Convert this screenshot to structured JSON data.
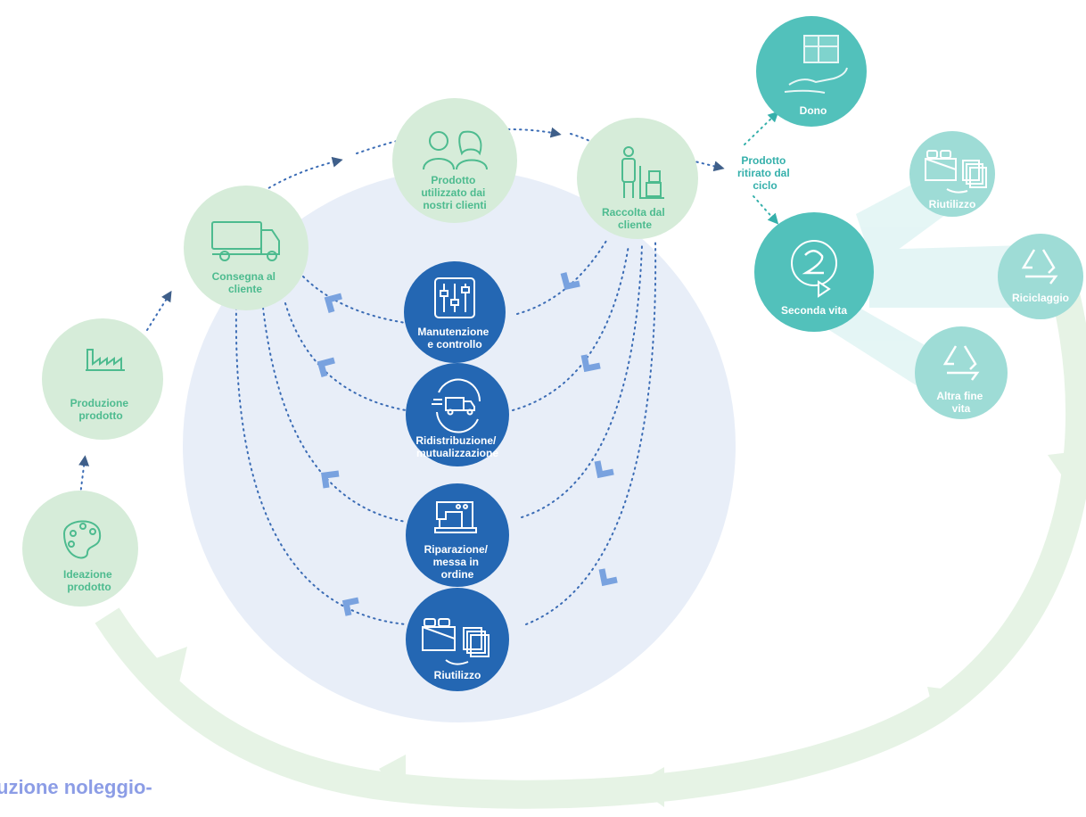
{
  "stages": {
    "ideazione": [
      "Ideazione",
      "prodotto"
    ],
    "produzione": [
      "Produzione",
      "prodotto"
    ],
    "consegna": [
      "Consegna al",
      "cliente"
    ],
    "utilizzato": [
      "Prodotto",
      "utilizzato dai",
      "nostri clienti"
    ],
    "raccolta": [
      "Raccolta dal",
      "cliente"
    ]
  },
  "services": {
    "manutenzione": [
      "Manutenzione",
      "e controllo"
    ],
    "ridistribuzione": [
      "Ridistribuzione/",
      "mutualizzazione"
    ],
    "riparazione": [
      "Riparazione/",
      "messa in",
      "ordine"
    ],
    "riutilizzo": [
      "Riutilizzo"
    ]
  },
  "exit": {
    "ritirato": [
      "Prodotto",
      "ritirato dal",
      "ciclo"
    ],
    "dono": "Dono",
    "seconda_vita": "Seconda vita",
    "riutilizzo": "Riutilizzo",
    "riciclaggio": "Riciclaggio",
    "altra_fine_vita": [
      "Altra fine",
      "vita"
    ]
  },
  "footer_title": "uzione noleggio-",
  "colors": {
    "stage_fill": "#d6ecd9",
    "stage_text": "#4dbb8f",
    "service_fill": "#2467b3",
    "center_circle": "#e8eef8",
    "exit_dark": "#52c1bb",
    "exit_light": "#9edcd6",
    "exit_text": "#35b0ab",
    "outer_arrow": "#e6f3e5",
    "dotted_line": "#3b6cb5",
    "chevron": "#79a2df",
    "title": "#8c9de6"
  },
  "icons": {
    "ideazione": "palette-icon",
    "produzione": "factory-icon",
    "consegna": "truck-icon",
    "utilizzato": "people-icon",
    "raccolta": "porter-icon",
    "manutenzione": "sliders-icon",
    "ridistribuzione": "truck-cycle-icon",
    "riparazione": "sewing-machine-icon",
    "riutilizzo": "reuse-icon",
    "dono": "gift-hand-icon",
    "seconda_vita": "second-life-icon",
    "riciclaggio": "recycle-icon",
    "altra_fine_vita": "recycle-icon"
  }
}
